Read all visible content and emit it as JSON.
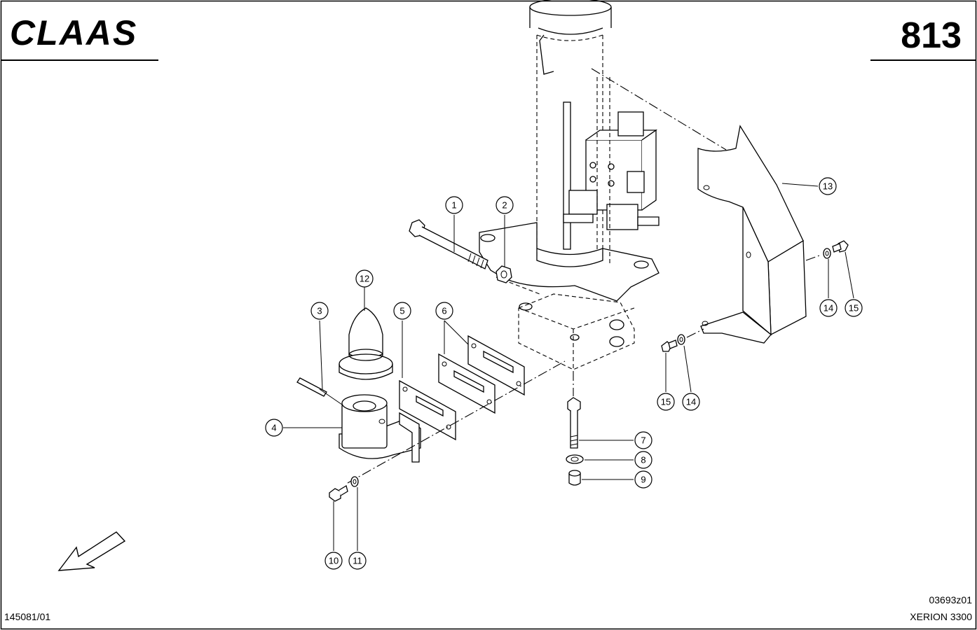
{
  "header": {
    "brand": "CLAAS",
    "page_number": "813"
  },
  "footer": {
    "left_code": "145081/01",
    "drawing_code": "03693z01",
    "model": "XERION 3300"
  },
  "callouts": [
    {
      "id": "c1",
      "label": "1"
    },
    {
      "id": "c2",
      "label": "2"
    },
    {
      "id": "c3",
      "label": "3"
    },
    {
      "id": "c4",
      "label": "4"
    },
    {
      "id": "c5",
      "label": "5"
    },
    {
      "id": "c6",
      "label": "6"
    },
    {
      "id": "c7",
      "label": "7"
    },
    {
      "id": "c8",
      "label": "8"
    },
    {
      "id": "c9",
      "label": "9"
    },
    {
      "id": "c10",
      "label": "10"
    },
    {
      "id": "c11",
      "label": "11"
    },
    {
      "id": "c12",
      "label": "12"
    },
    {
      "id": "c13",
      "label": "13"
    },
    {
      "id": "c14a",
      "label": "14"
    },
    {
      "id": "c15a",
      "label": "15"
    },
    {
      "id": "c15b",
      "label": "15"
    },
    {
      "id": "c14b",
      "label": "14"
    }
  ],
  "icons": {
    "direction_arrow": "direction-arrow-icon"
  }
}
